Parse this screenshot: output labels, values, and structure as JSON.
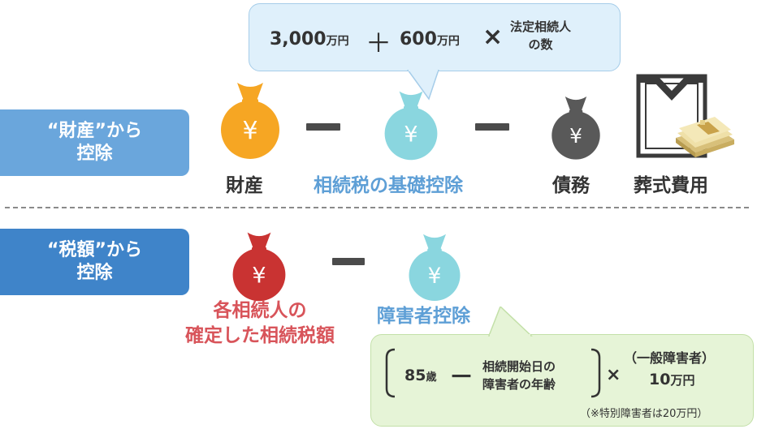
{
  "sections": {
    "property": {
      "label_line1": "“財産”から",
      "label_line2": "控除",
      "color": "#6aa6dc",
      "items": {
        "assets": "財産",
        "basic_deduction": "相続税の基礎控除",
        "debts": "債務",
        "funeral": "葬式費用"
      }
    },
    "tax": {
      "label_line1": "“税額”から",
      "label_line2": "控除",
      "color": "#3f84c9",
      "items": {
        "heir_tax_line1": "各相続人の",
        "heir_tax_line2": "確定した相続税額",
        "disability": "障害者控除"
      }
    }
  },
  "top_formula": {
    "amount1": "3,000",
    "unit1": "万円",
    "plus": "＋",
    "amount2": "600",
    "unit2": "万円",
    "times": "×",
    "heirs_line1": "法定相続人",
    "heirs_line2": "の数"
  },
  "bottom_formula": {
    "age": "85",
    "age_unit": "歳",
    "minus": "－",
    "age_line1": "相続開始日の",
    "age_line2": "障害者の年齢",
    "times": "×",
    "type": "（一般障害者）",
    "amount": "10",
    "amount_unit": "万円",
    "note": "（※特別障害者は20万円）"
  },
  "symbols": {
    "yen": "¥"
  },
  "colors": {
    "bag_orange": "#f6a623",
    "bag_cyan": "#8ad6df",
    "bag_gray": "#595959",
    "bag_red": "#c93332",
    "text_blue": "#5e9fd6",
    "text_red": "#d8545a",
    "minus": "#4b4b4b"
  }
}
